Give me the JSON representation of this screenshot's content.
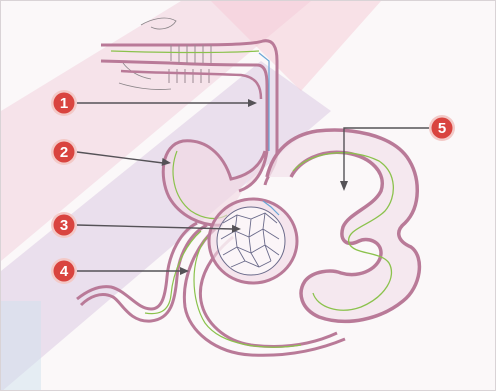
{
  "colors": {
    "callout_fill": "#d9443f",
    "callout_ring": "#f3c9c7",
    "arrow": "#555257",
    "tissue_outline": "#b97a98",
    "tissue_fill": "#f1d9e4",
    "flow_line": "#8bc24c",
    "capillary_line": "#6aa6d6",
    "background_pink": "#f0c8d6",
    "background_purple": "#d3c0de"
  },
  "callouts": [
    {
      "label": "1"
    },
    {
      "label": "2"
    },
    {
      "label": "3"
    },
    {
      "label": "4"
    },
    {
      "label": "5"
    }
  ],
  "icons": {
    "nephron": "nephron-illustration-icon",
    "glomerulus": "glomerulus-icon",
    "callout": "numbered-circle-icon",
    "arrow": "arrow-pointer-icon"
  }
}
